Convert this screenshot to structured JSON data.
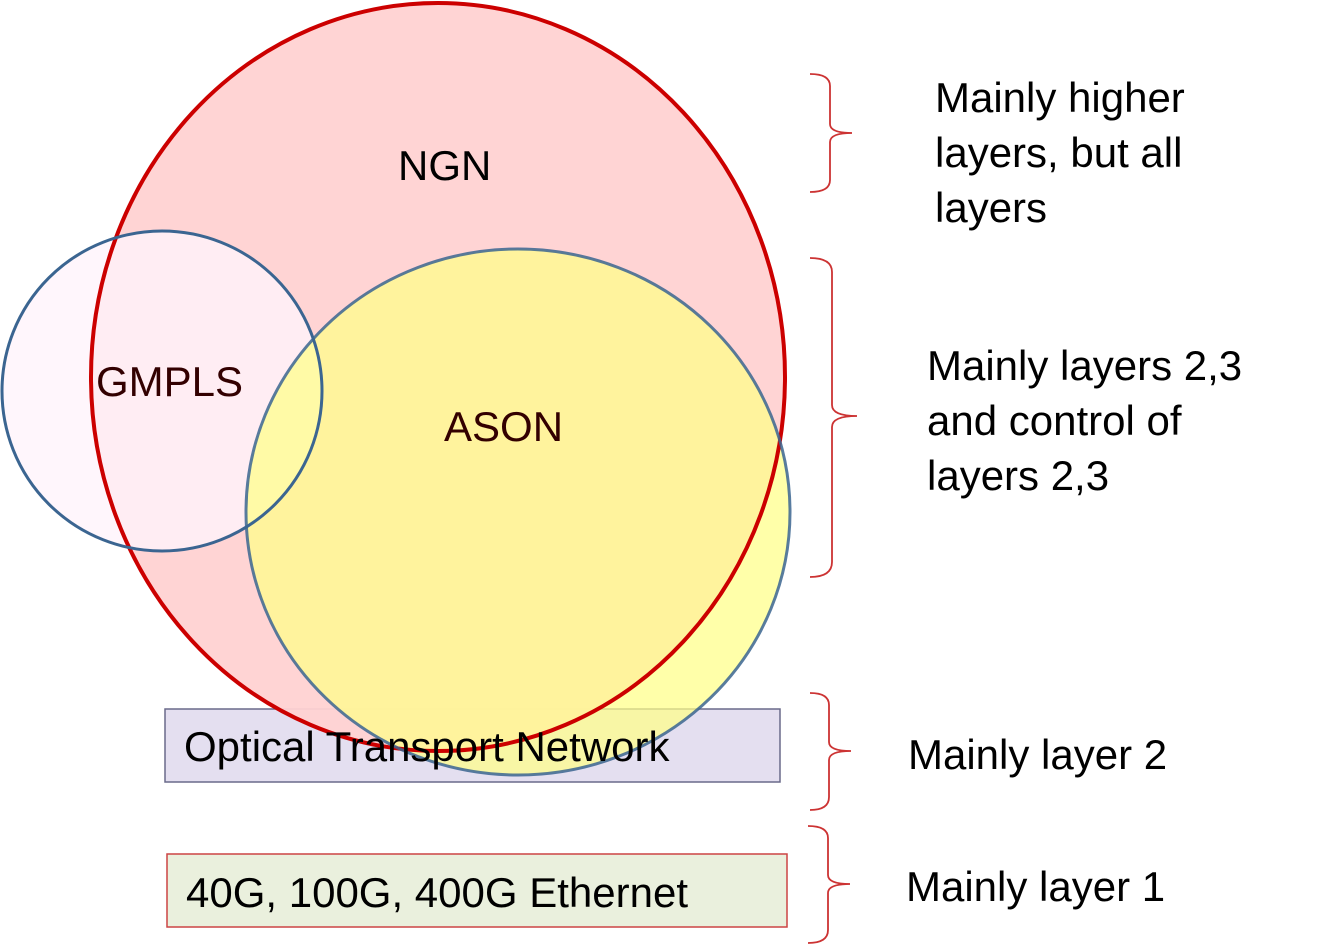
{
  "regions": {
    "ngn": {
      "label": "NGN",
      "fill": "#ffd2d2",
      "stroke": "#cc0000"
    },
    "gmpls": {
      "label": "GMPLS",
      "fill": "#fff3fb",
      "stroke": "#3b6591"
    },
    "ason": {
      "label": "ASON",
      "fill": "#ffff99",
      "stroke": "#3b6591"
    },
    "otn": {
      "label": "Optical Transport Network",
      "fill": "#e4dff0",
      "stroke": "#6a6a8a"
    },
    "ethernet": {
      "label": "40G, 100G, 400G Ethernet",
      "fill": "#eaf0dd",
      "stroke": "#cc4444"
    }
  },
  "annotations": {
    "higher": [
      "Mainly higher",
      "layers, but all",
      "layers"
    ],
    "layers23": [
      "Mainly layers 2,3",
      "and control of",
      "layers 2,3"
    ],
    "layer2": [
      "Mainly layer 2"
    ],
    "layer1": [
      "Mainly layer 1"
    ]
  },
  "colors": {
    "bracket": "#cc3333",
    "label_dark": "#330000",
    "text": "#000000"
  }
}
